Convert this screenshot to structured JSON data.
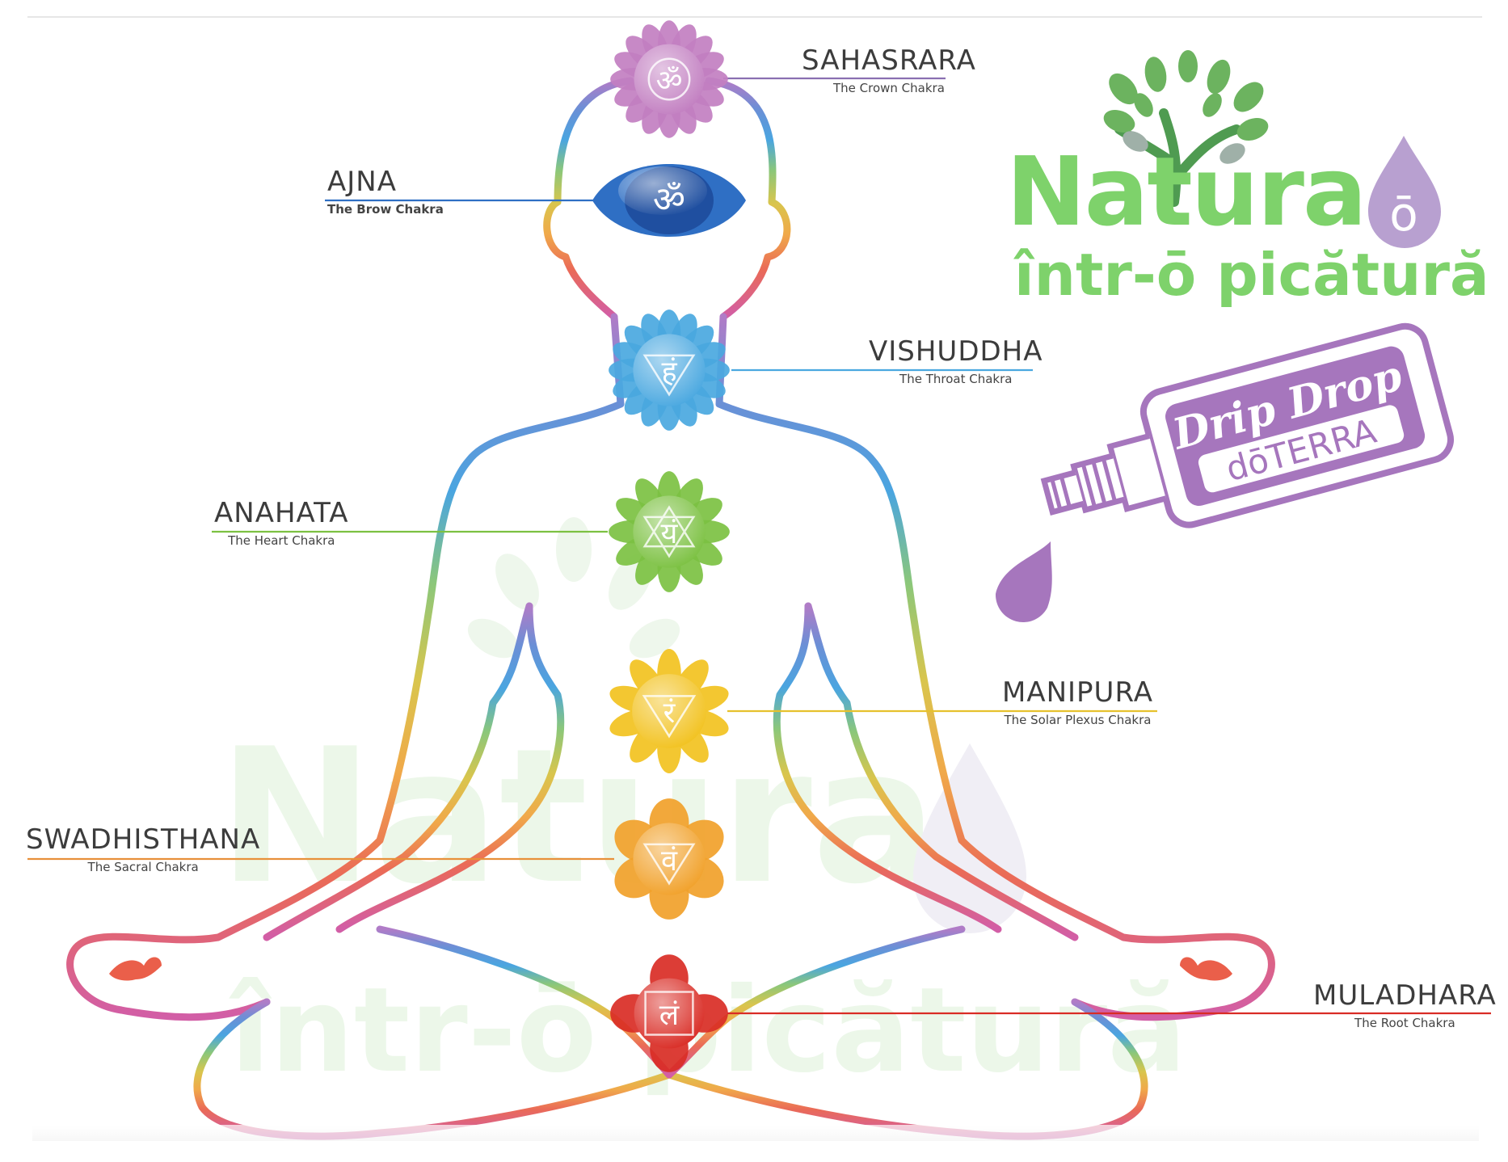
{
  "chakras": [
    {
      "name": "SAHASRARA",
      "sub": "The Crown Chakra",
      "symbol": "ॐ",
      "color": "#c27fc1"
    },
    {
      "name": "AJNA",
      "sub": "The Brow Chakra",
      "symbol": "ॐ",
      "color": "#2f6fc4"
    },
    {
      "name": "VISHUDDHA",
      "sub": "The Throat Chakra",
      "symbol": "हं",
      "color": "#4aa8e0"
    },
    {
      "name": "ANAHATA",
      "sub": "The Heart Chakra",
      "symbol": "यं",
      "color": "#7cc142"
    },
    {
      "name": "MANIPURA",
      "sub": "The Solar Plexus Chakra",
      "symbol": "रं",
      "color": "#f2c21f"
    },
    {
      "name": "SWADHISTHANA",
      "sub": "The Sacral Chakra",
      "symbol": "वं",
      "color": "#f1a12a"
    },
    {
      "name": "MULADHARA",
      "sub": "The Root Chakra",
      "symbol": "लं",
      "color": "#d92c25"
    }
  ],
  "logo": {
    "line1": "Natura",
    "line2": "într-ō picătură",
    "drop_letter": "ō",
    "badge_top": "Drip Drop",
    "badge_bottom": "dōTERRA",
    "green": "#7ed26b",
    "purple": "#a676bd"
  }
}
